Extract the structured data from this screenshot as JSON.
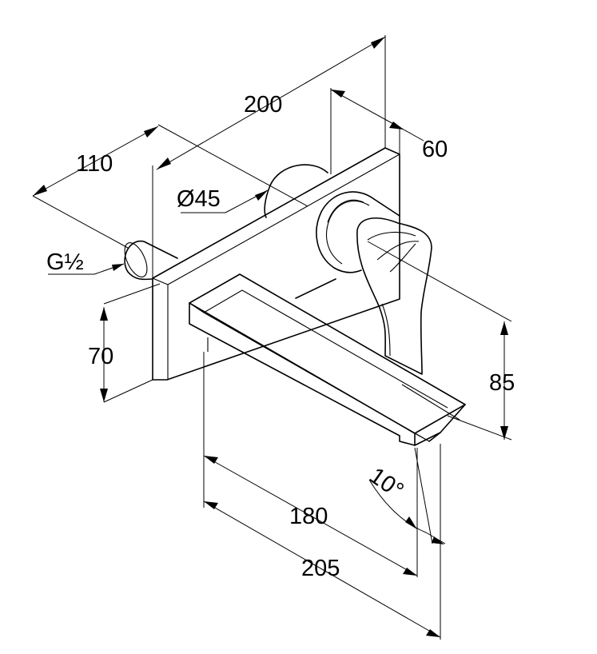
{
  "drawing": {
    "dimensions": {
      "d200": "200",
      "d110": "110",
      "d60": "60",
      "d45": "Ø45",
      "thread": "G½",
      "d70": "70",
      "d85": "85",
      "d180": "180",
      "d205": "205",
      "angle": "10°"
    }
  }
}
